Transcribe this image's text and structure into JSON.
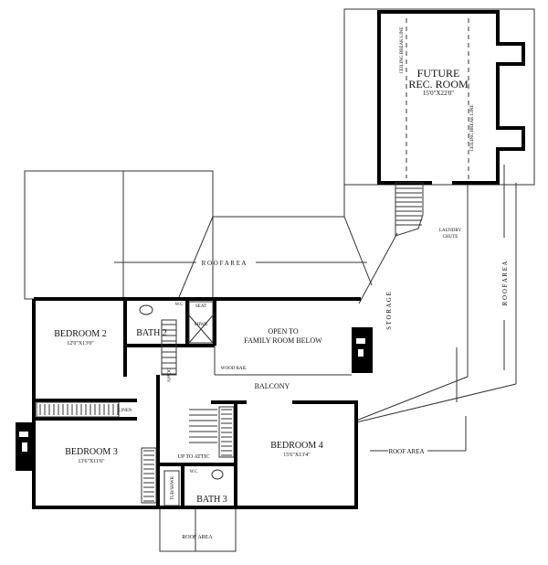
{
  "rooms": {
    "rec_room": {
      "name_line1": "FUTURE",
      "name_line2": "REC. ROOM",
      "size": "15'0\"X22'0\""
    },
    "bedroom2": {
      "name": "BEDROOM 2",
      "size": "12'0\"X13'0\""
    },
    "bedroom3": {
      "name": "BEDROOM 3",
      "size": "13'6\"X11'6\""
    },
    "bedroom4": {
      "name": "BEDROOM 4",
      "size": "15'6\"X13'4\""
    },
    "bath2": "BATH 2",
    "bath3": "BATH 3",
    "open_to": {
      "line1": "OPEN TO",
      "line2": "FAMILY ROOM BELOW"
    },
    "balcony": "BALCONY",
    "storage": "S T O R A G E",
    "linen": "LINEN"
  },
  "labels": {
    "ceiling_break_1": "CEILING BREAK LINE",
    "ceiling_break_2": "CEILING BREAK LINE",
    "laundry_line1": "LAUNDRY",
    "laundry_line2": "CHUTE",
    "wc1": "W.C",
    "wc2": "W.C",
    "seat": "SEAT",
    "shwr": "SHWR",
    "tub_shwr": "TUB/SHWR",
    "wood_rail": "WOOD RAIL",
    "down": "DOWN",
    "up_to_attic": "UP TO ATTIC",
    "roof_area_top": "R O O F   A R E A",
    "roof_area_right": "R O O F   A R E A",
    "roof_area_mid": "ROOF AREA",
    "roof_area_bottom": "ROOF AREA"
  }
}
